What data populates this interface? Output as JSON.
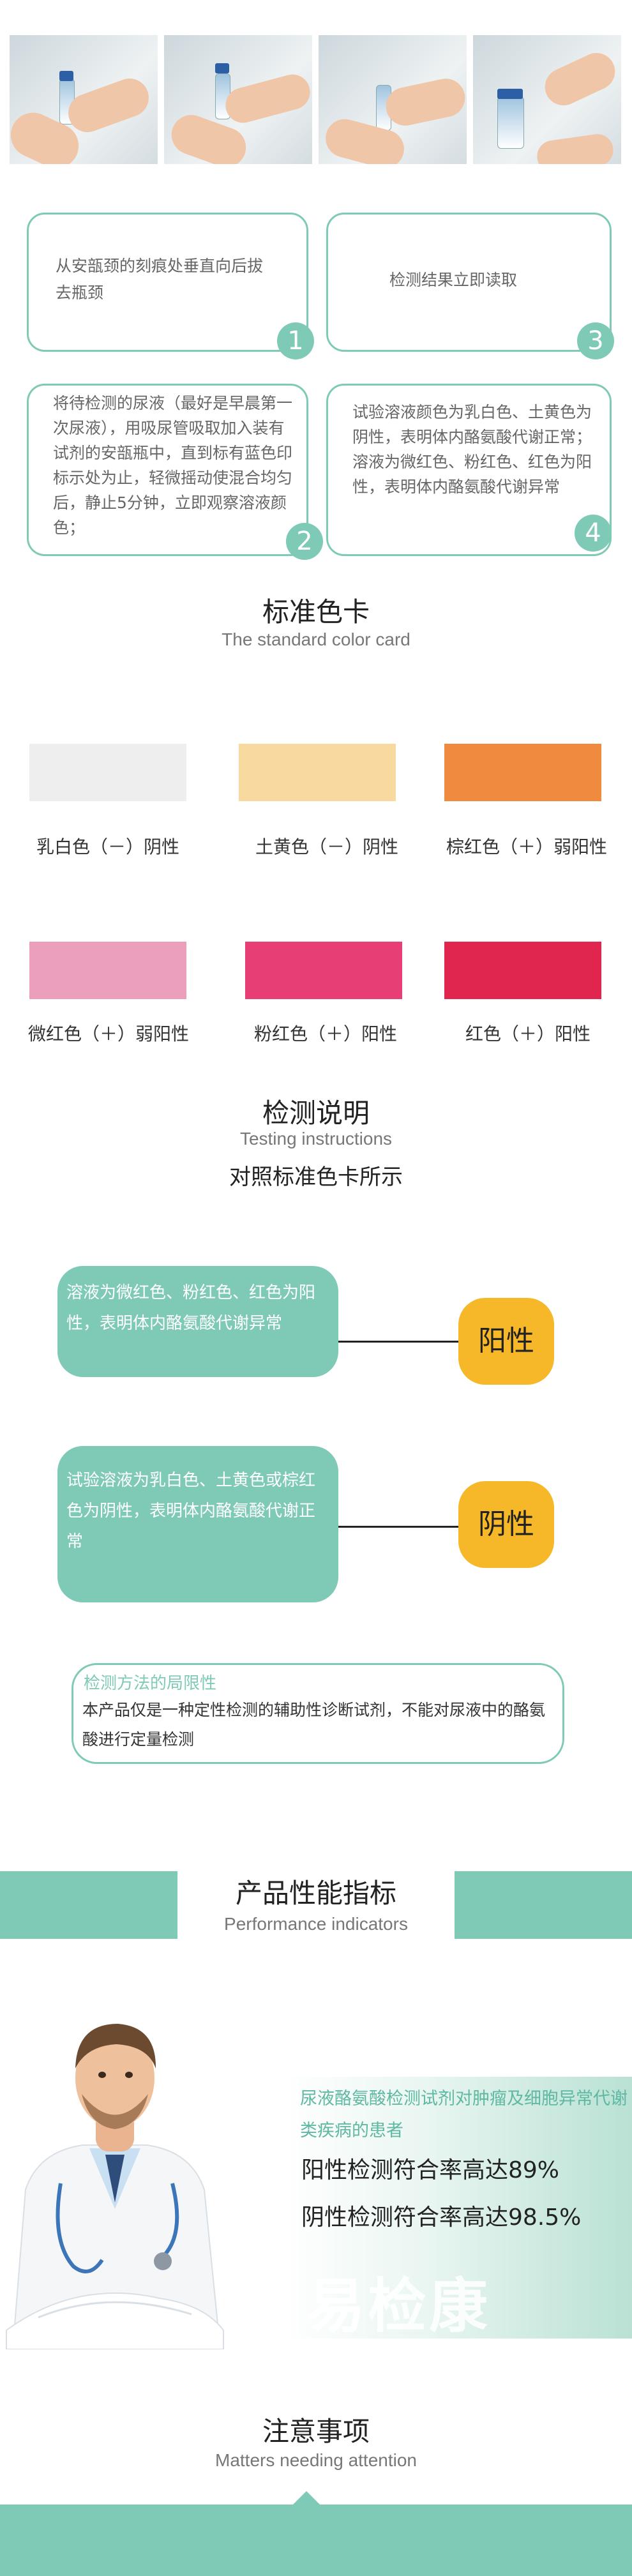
{
  "steps": [
    {
      "number": "1",
      "text": "从安瓿颈的刻痕处垂直向后拔去瓶颈"
    },
    {
      "number": "2",
      "text": "将待检测的尿液（最好是早晨第一次尿液），用吸尿管吸取加入装有试剂的安瓿瓶中，直到标有蓝色印标示处为止，轻微摇动使混合均匀后，静止5分钟，立即观察溶液颜色；"
    },
    {
      "number": "3",
      "text": "检测结果立即读取"
    },
    {
      "number": "4",
      "text": "试验溶液颜色为乳白色、土黄色为阴性，表明体内酪氨酸代谢正常；溶液为微红色、粉红色、红色为阳性，表明体内酪氨酸代谢异常"
    }
  ],
  "color_card": {
    "title": "标准色卡",
    "subtitle": "The standard color card",
    "items": [
      {
        "label": "乳白色（－）阴性",
        "color": "#eeeeee"
      },
      {
        "label": "土黄色（－）阴性",
        "color": "#f8d9a0"
      },
      {
        "label": "棕红色（＋）弱阳性",
        "color": "#ef8a3e"
      },
      {
        "label": "微红色（＋）弱阳性",
        "color": "#ec9fbd"
      },
      {
        "label": "粉红色（＋）阳性",
        "color": "#e73e76"
      },
      {
        "label": "红色（＋）阳性",
        "color": "#e0264f"
      }
    ]
  },
  "instructions": {
    "title": "检测说明",
    "subtitle": "Testing instructions",
    "caption": "对照标准色卡所示",
    "results": [
      {
        "text": "溶液为微红色、粉红色、红色为阳性，表明体内酪氨酸代谢异常",
        "badge": "阳性"
      },
      {
        "text": "试验溶液为乳白色、土黄色或棕红色为阴性，表明体内酪氨酸代谢正常",
        "badge": "阴性"
      }
    ]
  },
  "limitation": {
    "heading": "检测方法的局限性",
    "text": "本产品仅是一种定性检测的辅助性诊断试剂，不能对尿液中的酪氨酸进行定量检测"
  },
  "performance": {
    "title": "产品性能指标",
    "subtitle": "Performance indicators",
    "description": "尿液酪氨酸检测试剂对肿瘤及细胞异常代谢类疾病的患者",
    "line1": "阳性检测符合率高达89%",
    "line2": "阴性检测符合率高达98.5%",
    "brand": "易检康"
  },
  "notice": {
    "title": "注意事项",
    "subtitle": "Matters needing attention"
  },
  "colors": {
    "accent": "#7fcab6",
    "badge": "#f6b829"
  }
}
